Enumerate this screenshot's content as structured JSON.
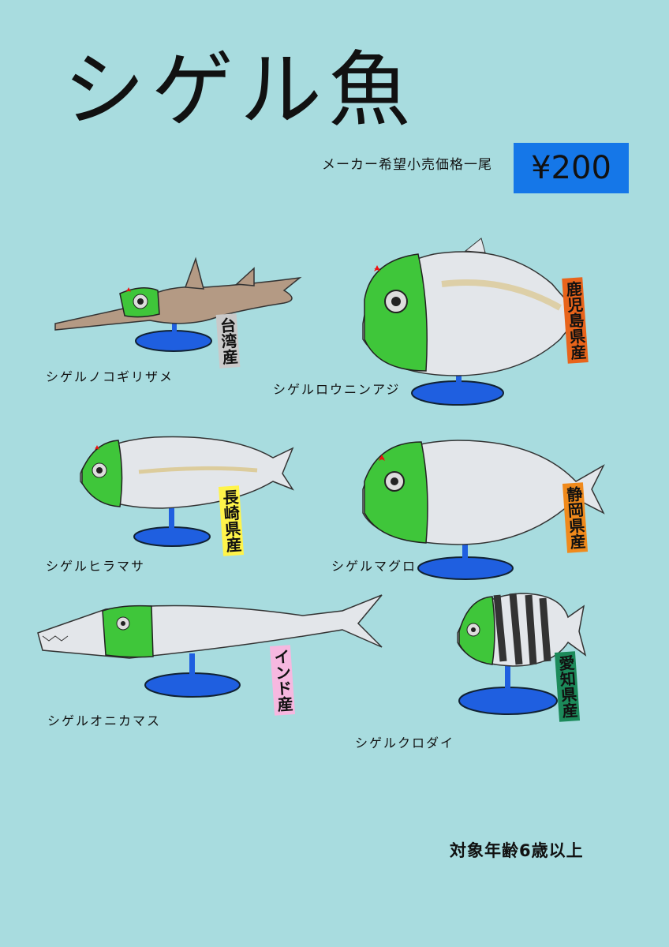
{
  "header": {
    "title": "シゲル魚",
    "subtitle": "メーカー希望小売価格一尾",
    "price": "¥200"
  },
  "fishes": [
    {
      "name": "シゲルノコギリザメ",
      "origin": "台湾産",
      "origin_color": "#c9c9c9"
    },
    {
      "name": "シゲルロウニンアジ",
      "origin": "鹿児島県産",
      "origin_color": "#e8641b"
    },
    {
      "name": "シゲルヒラマサ",
      "origin": "長崎県産",
      "origin_color": "#fff44a"
    },
    {
      "name": "シゲルマグロ",
      "origin": "静岡県産",
      "origin_color": "#f08a1c"
    },
    {
      "name": "シゲルオニカマス",
      "origin": "インド産",
      "origin_color": "#f6b8e0"
    },
    {
      "name": "シゲルクロダイ",
      "origin": "愛知県産",
      "origin_color": "#1c8a5a"
    }
  ],
  "footer": {
    "age": "対象年齢6歳以上"
  },
  "colors": {
    "background": "#a8dcdf",
    "price_box": "#1577e8",
    "mask": "#3fc63a",
    "stand": "#1f5fe0"
  }
}
